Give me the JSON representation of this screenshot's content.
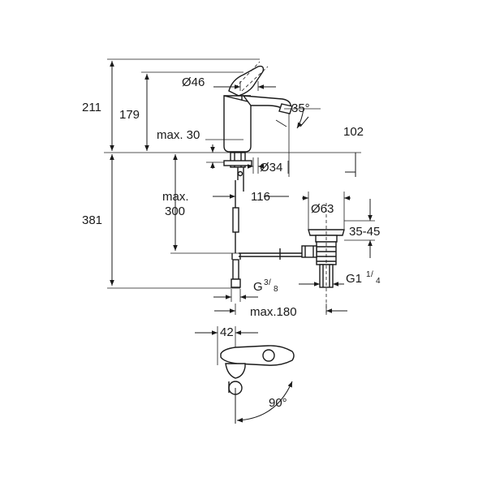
{
  "diagram": {
    "labels": {
      "dia_46": "Ø46",
      "h_211": "211",
      "h_179": "179",
      "angle_35": "35°",
      "reach_102": "102",
      "max_30": "max. 30",
      "dia_34": "Ø34",
      "max_300_a": "max.",
      "max_300_b": "300",
      "dim_116": "116",
      "dia_63": "Ø63",
      "h_381": "381",
      "range_35_45": "35-45",
      "g38_base": "G",
      "g38_num": "3",
      "g38_den": "8",
      "g114_base": "G1",
      "g114_num": "1",
      "g114_den": "4",
      "max_180": "max.180",
      "w_42": "42",
      "angle_90": "90°"
    }
  }
}
